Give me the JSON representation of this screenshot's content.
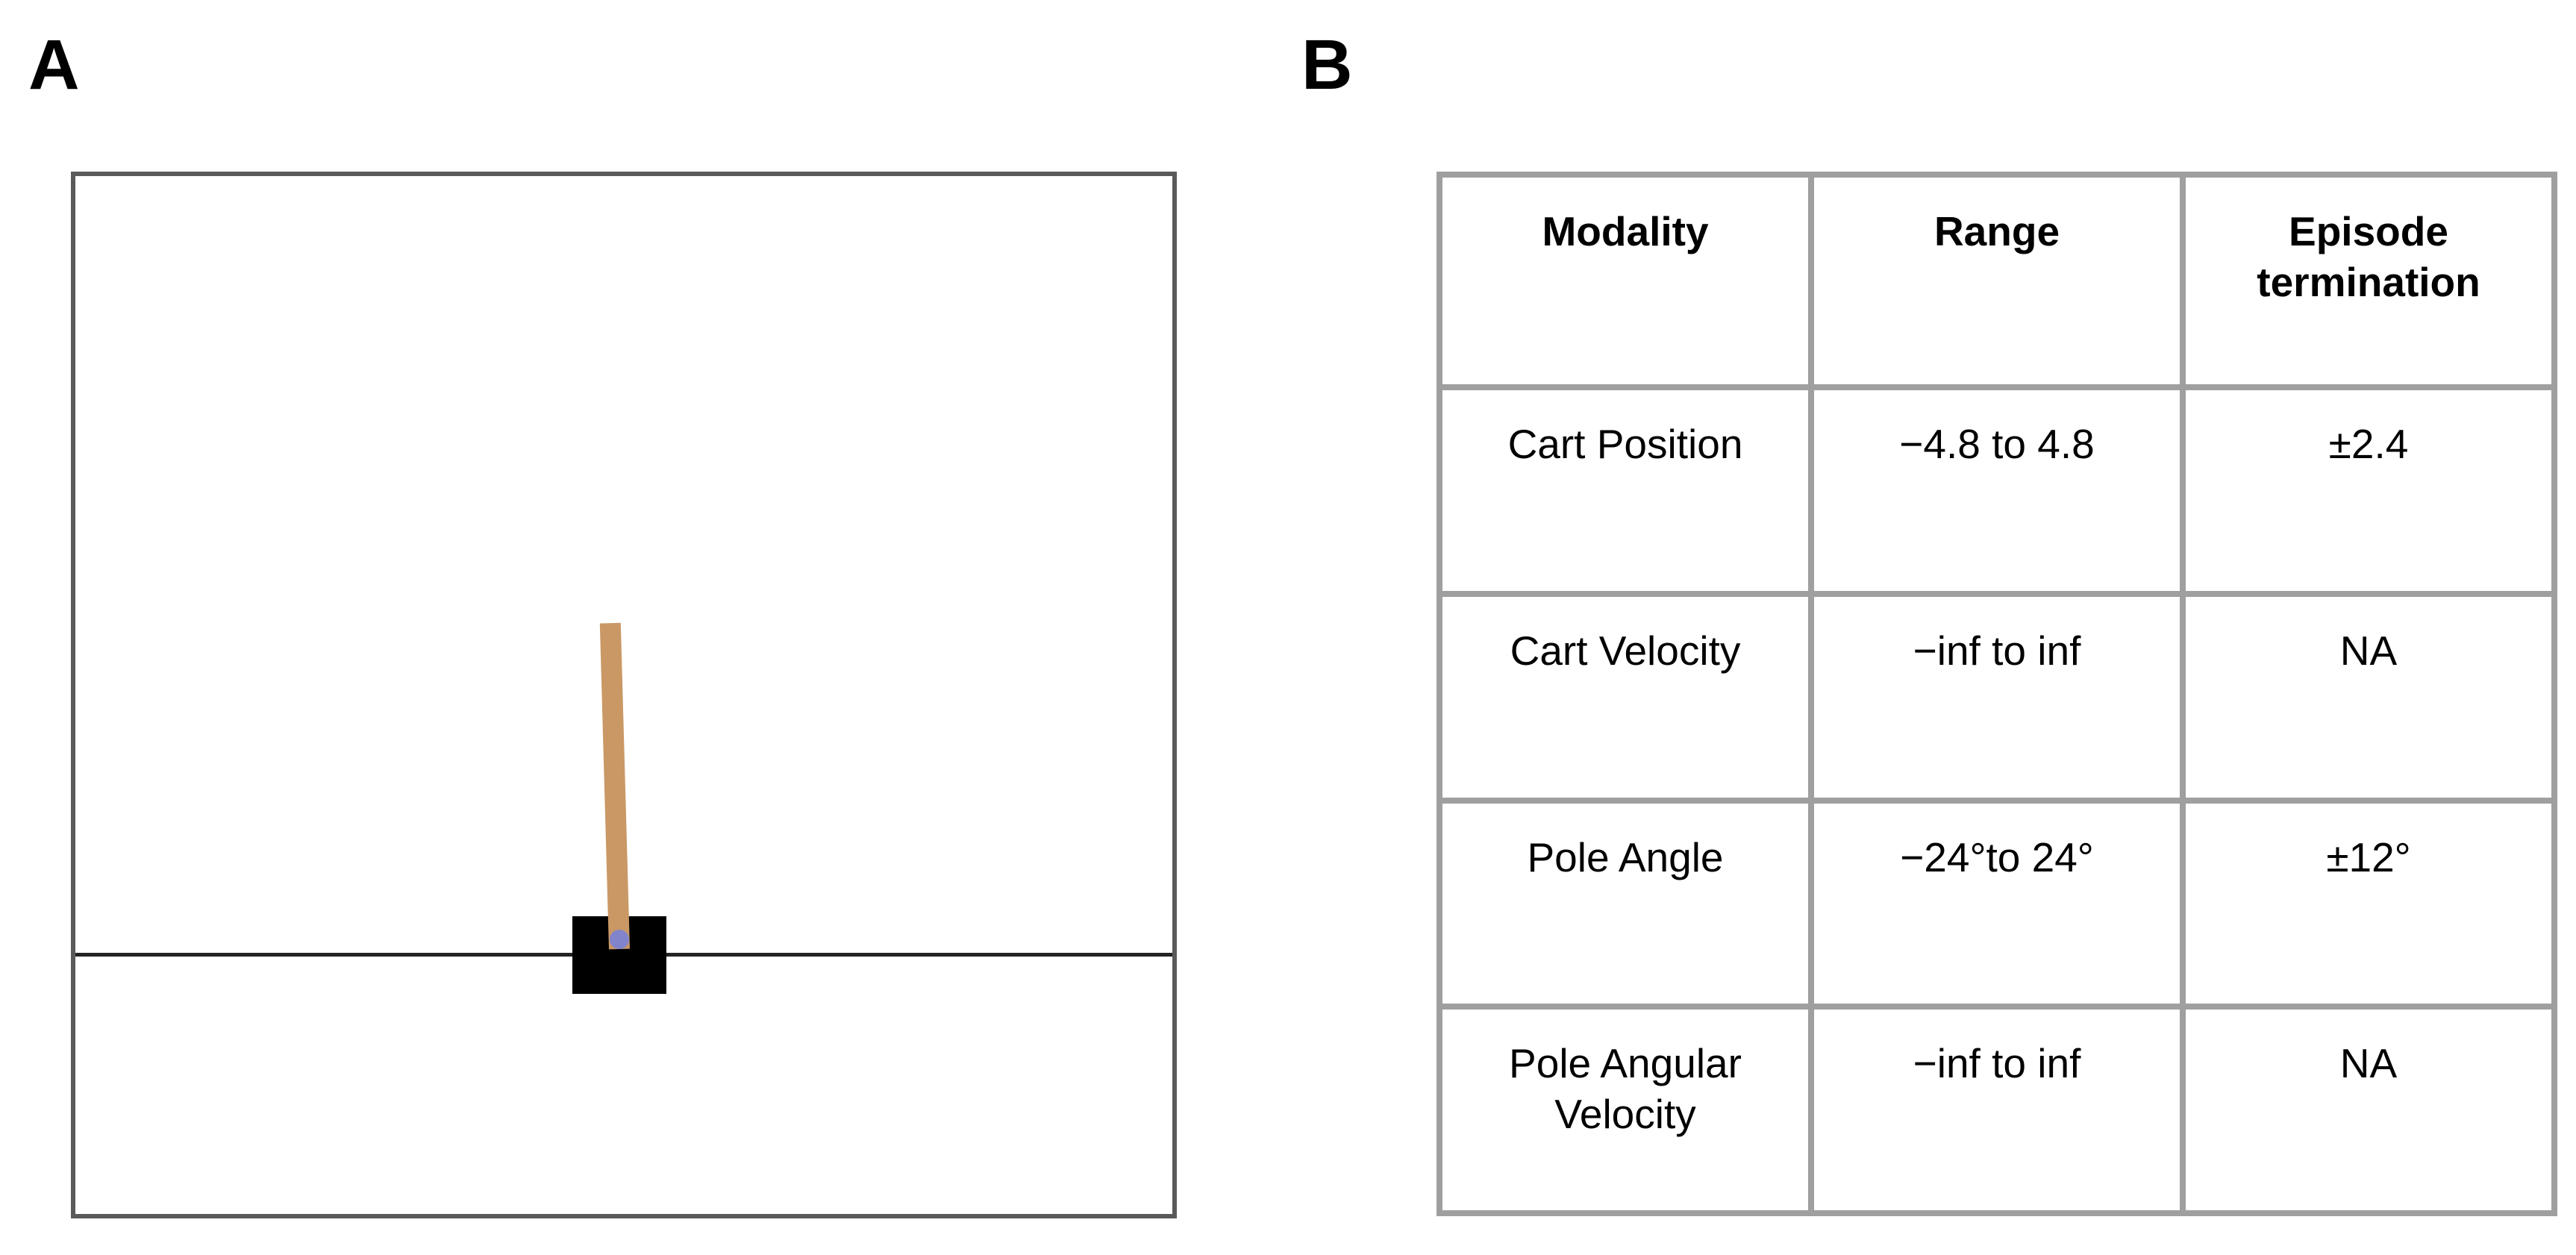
{
  "panel_a": {
    "label": "A",
    "environment": {
      "name": "cartpole-render",
      "cart_color": "#000000",
      "pole_color": "#ca9865",
      "axle_color": "#8184cb",
      "track_color": "#232323",
      "frame_border_color": "#5a5a5a",
      "background_color": "#ffffff"
    }
  },
  "panel_b": {
    "label": "B",
    "table": {
      "border_color": "#9f9f9f",
      "headers": [
        "Modality",
        "Range",
        "Episode termination"
      ],
      "rows": [
        [
          "Cart Position",
          "−4.8 to 4.8",
          "±2.4"
        ],
        [
          "Cart Velocity",
          "−inf to inf",
          "NA"
        ],
        [
          "Pole Angle",
          "−24°to 24°",
          "±12°"
        ],
        [
          "Pole Angular Velocity",
          "−inf to inf",
          "NA"
        ]
      ]
    }
  }
}
